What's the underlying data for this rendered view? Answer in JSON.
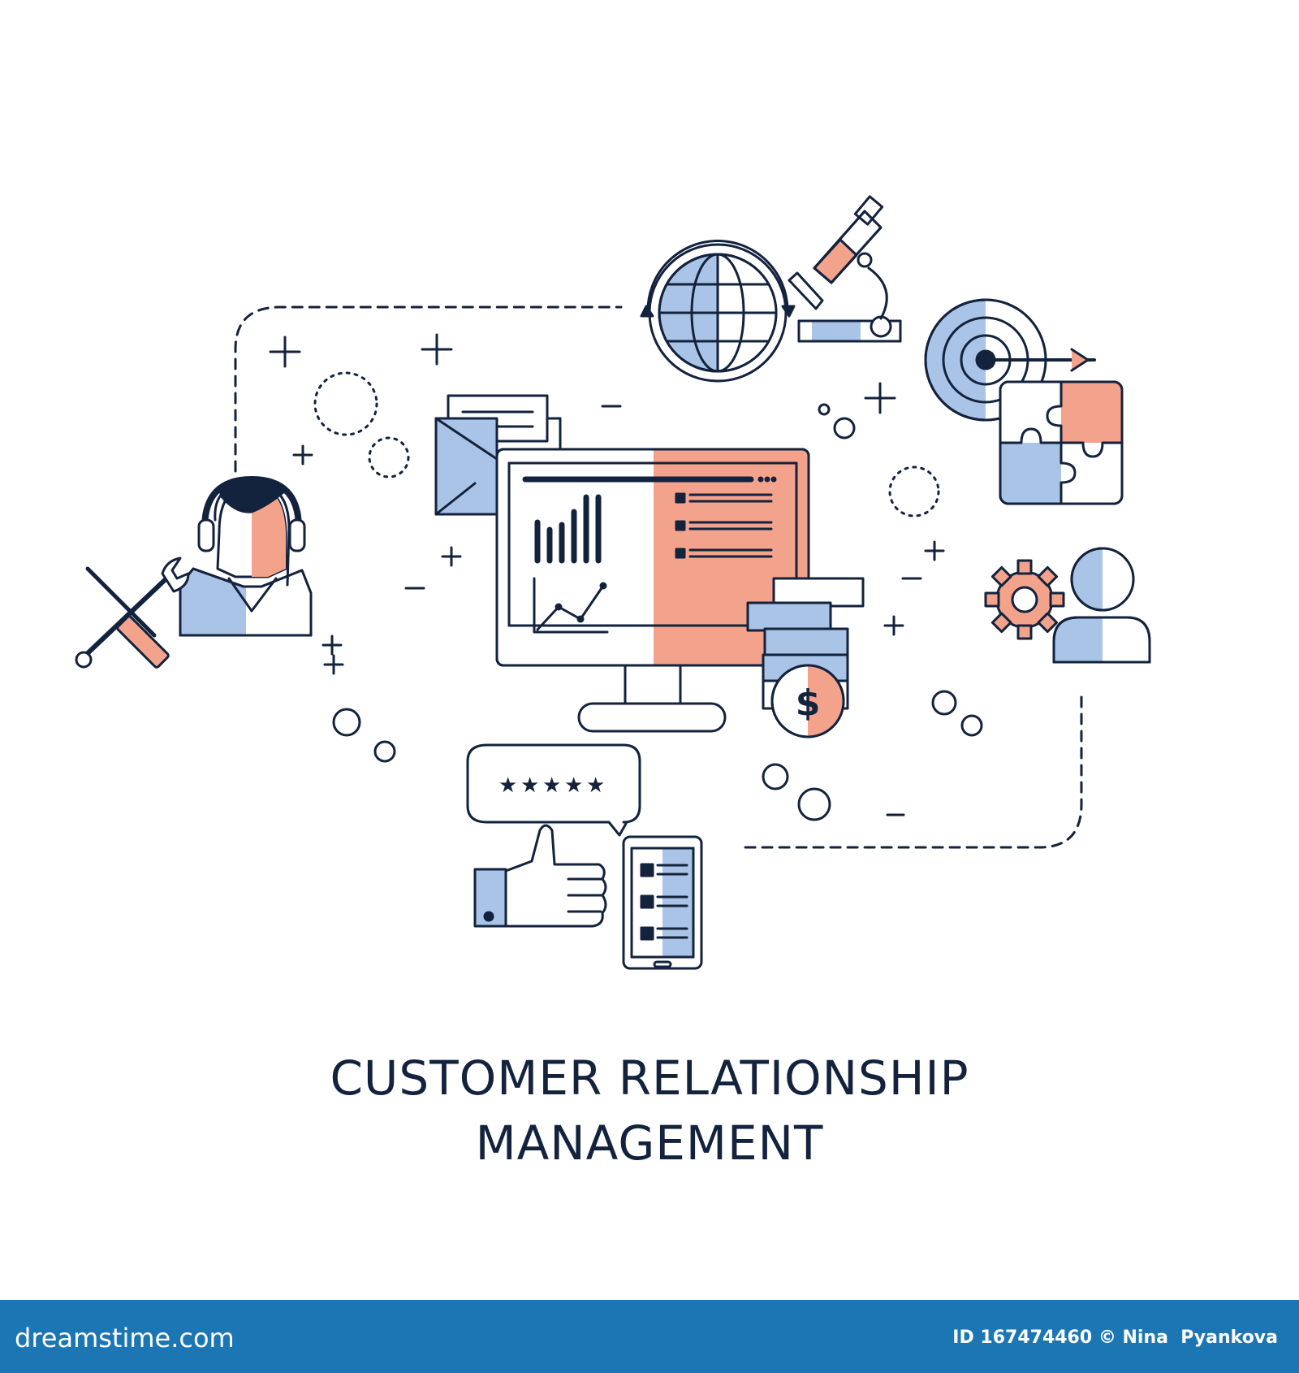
{
  "title": {
    "line1": "CUSTOMER RELATIONSHIP",
    "line2": "MANAGEMENT"
  },
  "footer": {
    "site": "dreamstime.com",
    "credit": "ID 167474460 © Nina  Pyankova"
  },
  "palette": {
    "outline": "#13223d",
    "blue": "#a9c4e6",
    "salmon": "#f3a28b",
    "footer_bar": "#1d76b4"
  },
  "icons": [
    "support-agent-icon",
    "tools-icon",
    "globe-icon",
    "microscope-icon",
    "target-icon",
    "puzzle-icon",
    "gear-icon",
    "user-icon",
    "computer-dashboard-icon",
    "envelope-icon",
    "coins-dollar-icon",
    "rating-bubble-icon",
    "thumbs-up-icon",
    "phone-list-icon"
  ],
  "rating": {
    "stars": 5
  }
}
